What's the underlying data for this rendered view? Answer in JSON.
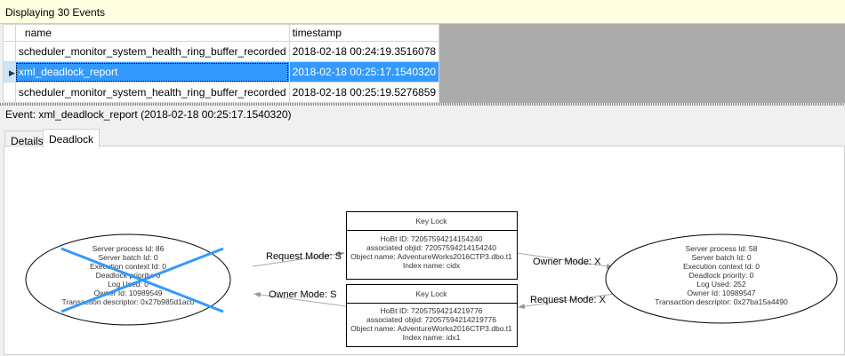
{
  "status": "Displaying 30 Events",
  "grid": {
    "columns": [
      "name",
      "timestamp"
    ],
    "rows": [
      {
        "name": "scheduler_monitor_system_health_ring_buffer_recorded",
        "timestamp": "2018-02-18 00:24:19.3516078"
      },
      {
        "name": "xml_deadlock_report",
        "timestamp": "2018-02-18 00:25:17.1540320",
        "selected": true
      },
      {
        "name": "scheduler_monitor_system_health_ring_buffer_recorded",
        "timestamp": "2018-02-18 00:25:19.5276859"
      }
    ]
  },
  "event_label": "Event: xml_deadlock_report (2018-02-18 00:25:17.1540320)",
  "tabs": [
    "Details",
    "Deadlock"
  ],
  "active_tab": "Deadlock",
  "deadlock": {
    "victim": {
      "lines": [
        "Server process Id: 86",
        "Server batch Id: 0",
        "Execution context Id: 0",
        "Deadlock priority: 0",
        "Log Used: 0",
        "Owner Id: 10989549",
        "Transaction descriptor: 0x27b985d1ac0"
      ]
    },
    "process2": {
      "lines": [
        "Server process Id: 58",
        "Server batch Id: 0",
        "Execution context Id: 0",
        "Deadlock priority: 0",
        "Log Used: 252",
        "Owner Id: 10989547",
        "Transaction descriptor: 0x27ba15a4490"
      ]
    },
    "lock1": {
      "title": "Key Lock",
      "lines": [
        "HoBt ID: 72057594214154240",
        "associated objid: 72057594214154240",
        "Object name: AdventureWorks2016CTP3.dbo.t1",
        "Index name: cidx"
      ]
    },
    "lock2": {
      "title": "Key Lock",
      "lines": [
        "HoBt ID: 72057594214219776",
        "associated objid: 72057594214219776",
        "Object name: AdventureWorks2016CTP3.dbo.t1",
        "Index name: idx1"
      ]
    },
    "edges": {
      "req_s": "Request Mode: S",
      "own_s": "Owner Mode: S",
      "own_x": "Owner Mode: X",
      "req_x": "Request Mode: X"
    },
    "victim_mark_color": "#3399ff"
  }
}
